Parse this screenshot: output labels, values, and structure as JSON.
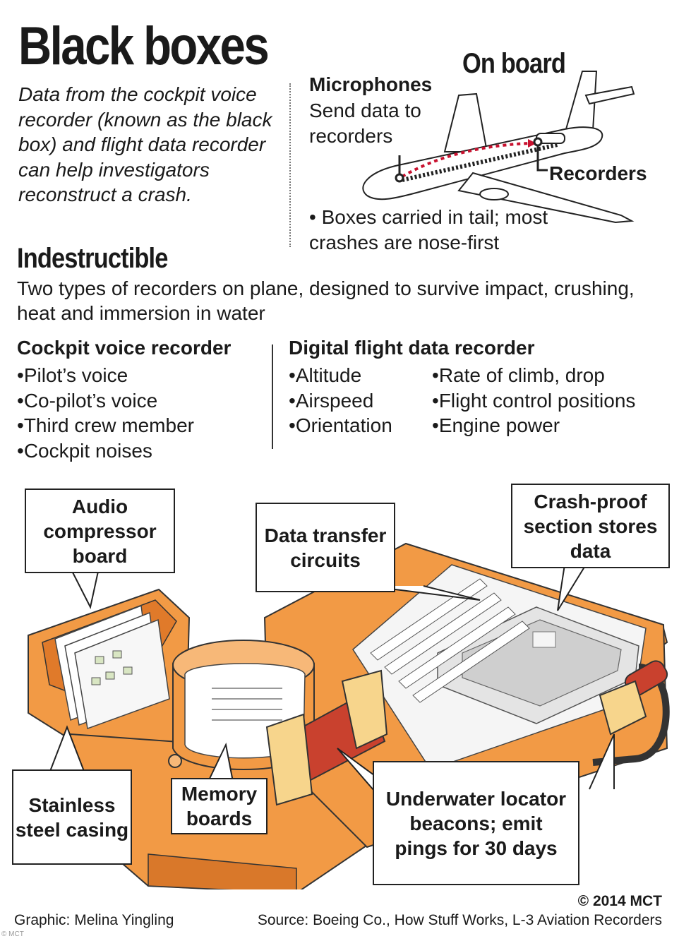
{
  "title": "Black boxes",
  "intro": "Data from the cockpit voice recorder (known as the black box) and flight data recorder can help investigators reconstruct a crash.",
  "on_board": {
    "heading": "On board",
    "microphones_title": "Microphones",
    "microphones_body": "Send data to recorders",
    "recorders_label": "Recorders",
    "note": "• Boxes carried in tail; most crashes are nose-first"
  },
  "indestructible": {
    "heading": "Indestructible",
    "body": "Two types of recorders on plane, designed to survive impact, crushing, heat and immersion in water"
  },
  "cockpit_voice_recorder": {
    "heading": "Cockpit voice recorder",
    "items": [
      "Pilot’s voice",
      "Co-pilot’s voice",
      "Third crew member",
      "Cockpit noises"
    ]
  },
  "digital_flight_data_recorder": {
    "heading": "Digital flight data recorder",
    "items_left": [
      "Altitude",
      "Airspeed",
      "Orientation"
    ],
    "items_right": [
      "Rate of climb, drop",
      "Flight control positions",
      "Engine power"
    ]
  },
  "callouts": {
    "audio": "Audio compressor board",
    "data_transfer": "Data transfer circuits",
    "crash_proof": "Crash-proof section stores data",
    "casing": "Stainless steel casing",
    "memory": "Memory boards",
    "beacons": "Underwater locator beacons; emit pings for 30 days"
  },
  "footer": {
    "copyright": "© 2014 MCT",
    "graphic": "Graphic: Melina Yingling",
    "source": "Source: Boeing Co., How Stuff Works, L-3 Aviation Recorders",
    "tag": "© MCT"
  },
  "colors": {
    "box_orange": "#f29a45",
    "box_orange_dark": "#d9782a",
    "beacon_red": "#c9412e",
    "beacon_yellow": "#f7d58c",
    "dotted_path_red": "#c8102e"
  }
}
